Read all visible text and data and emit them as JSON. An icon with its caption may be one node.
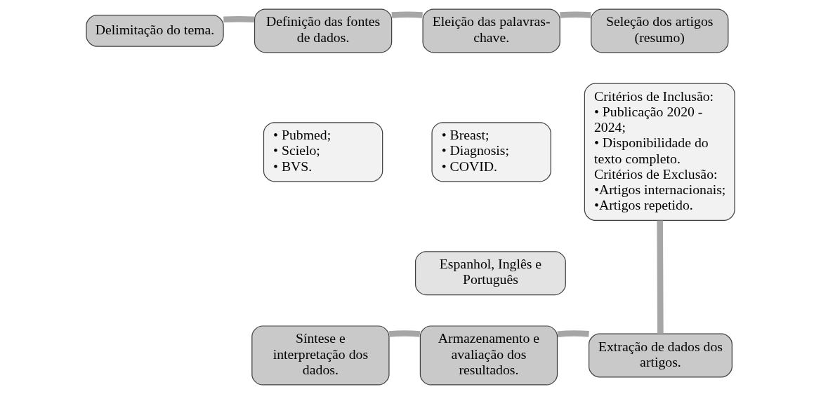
{
  "diagram": {
    "nodes": [
      {
        "text": [
          "Delimitação do tema."
        ]
      },
      {
        "text": [
          "Definição das fontes de dados."
        ]
      },
      {
        "text": [
          "• Pubmed;",
          "• Scielo;",
          "• BVS."
        ]
      },
      {
        "text": [
          "Eleição das palavras-chave."
        ]
      },
      {
        "text": [
          "• Breast;",
          "• Diagnosis;",
          "• COVID."
        ]
      },
      {
        "text": [
          "Seleção dos artigos (resumo)"
        ]
      },
      {
        "text": [
          "Critérios de Inclusão:",
          "• Publicação 2020 - 2024;",
          "• Disponibilidade do texto completo.",
          "Critérios de Exclusão:",
          "•Artigos internacionais;",
          "•Artigos repetido."
        ]
      },
      {
        "text": [
          "Espanhol, Inglês e Português"
        ]
      },
      {
        "text": [
          "Extração de dados dos artigos."
        ]
      },
      {
        "text": [
          "Armazenamento e avaliação dos resultados."
        ]
      },
      {
        "text": [
          "Síntese e interpretação dos dados."
        ]
      }
    ],
    "edges": [
      {
        "from": 0,
        "to": 1,
        "arrow": "none"
      },
      {
        "from": 1,
        "to": 3,
        "arrow": "none"
      },
      {
        "from": 3,
        "to": 5,
        "arrow": "none"
      },
      {
        "from": 6,
        "to": 8,
        "arrow": "none"
      },
      {
        "from": 8,
        "to": 9,
        "arrow": "none"
      },
      {
        "from": 9,
        "to": 10,
        "arrow": "none"
      }
    ]
  }
}
